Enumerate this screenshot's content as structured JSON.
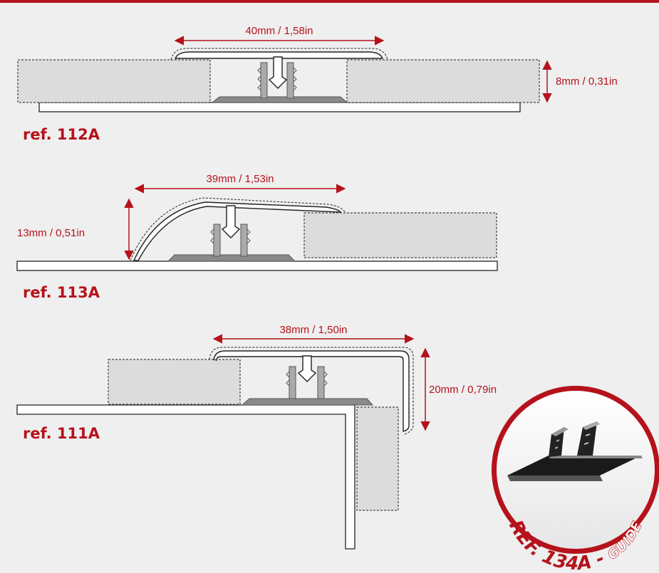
{
  "colors": {
    "accent": "#b5121b",
    "background": "#efefef",
    "floor_board": "#dcdcdc",
    "base_strip": "#8a8a8a",
    "badge_text_secondary": "#ffffff"
  },
  "profiles": [
    {
      "ref": "ref. 112A",
      "width_label": "40mm / 1,58in",
      "height_label": "8mm  / 0,31in"
    },
    {
      "ref": "ref. 113A",
      "width_label": "39mm / 1,53in",
      "height_label": "13mm / 0,51in"
    },
    {
      "ref": "ref. 111A",
      "width_label": "38mm / 1,50in",
      "height_label": "20mm / 0,79in"
    }
  ],
  "badge": {
    "ref": "REF. 134A",
    "separator": " - ",
    "subtitle": "GUIDE"
  }
}
